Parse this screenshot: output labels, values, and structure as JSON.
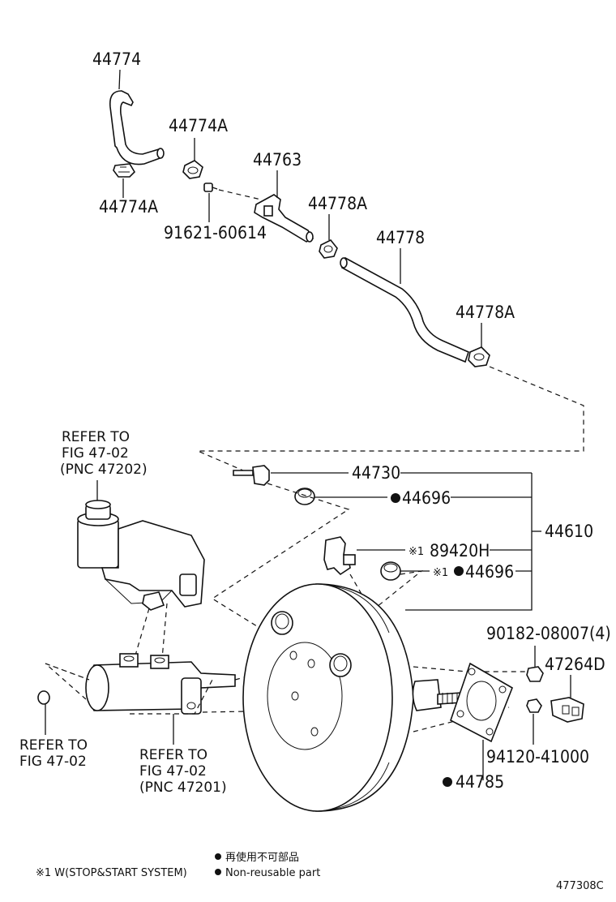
{
  "parts": {
    "hose_upper": "44774",
    "clip_upper_a": "44774A",
    "clip_lower_a": "44774A",
    "check_valve": "44763",
    "bolt": "91621-60614",
    "clip_hose_a1": "44778A",
    "hose_vacuum": "44778",
    "clip_hose_a2": "44778A",
    "union": "44730",
    "grommet": "44696",
    "booster_assy": "44610",
    "sensor": "89420H",
    "grommet2": "44696",
    "nut_4": "90182-08007(4)",
    "bracket": "47264D",
    "nut2": "94120-41000",
    "gasket": "44785",
    "marker_x1a": "※1",
    "marker_x1b": "※1"
  },
  "refs": {
    "reservoir_l1": "REFER TO",
    "reservoir_l2": "FIG 47-02",
    "reservoir_l3": "(PNC 47202)",
    "left_l1": "REFER TO",
    "left_l2": "FIG 47-02",
    "cyl_l1": "REFER TO",
    "cyl_l2": "FIG 47-02",
    "cyl_l3": "(PNC 47201)"
  },
  "legend": {
    "line1": "再使用不可部品",
    "x1_label": "※1 W(STOP&START SYSTEM)",
    "line2": "Non-reusable part"
  },
  "figure_code": "477308C"
}
